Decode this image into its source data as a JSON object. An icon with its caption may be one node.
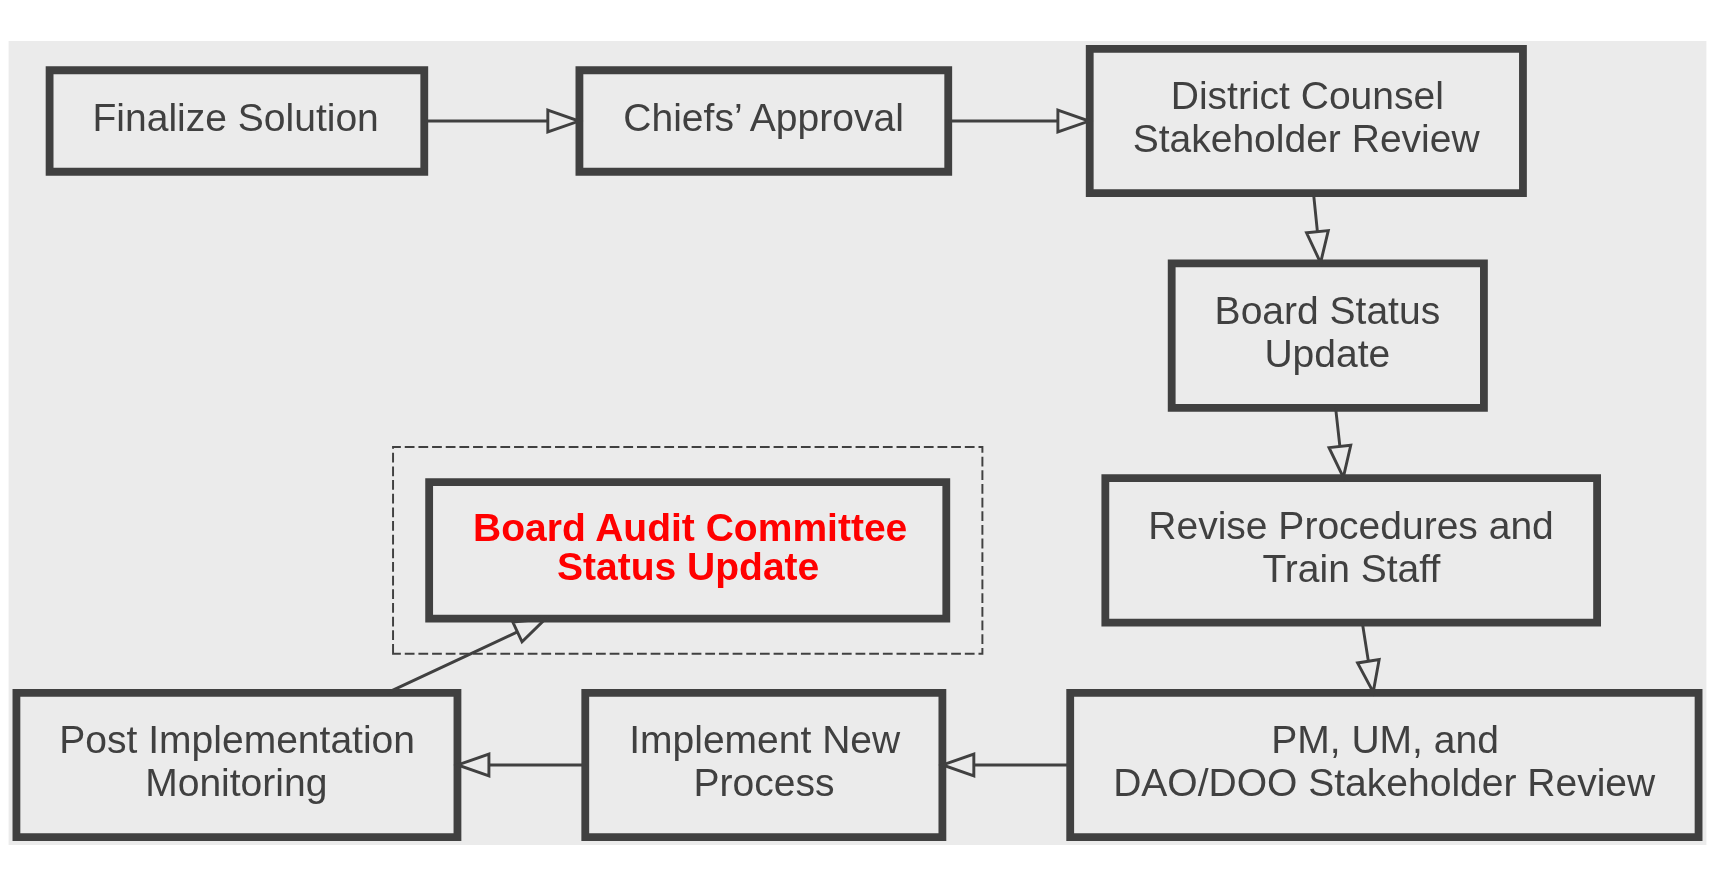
{
  "diagram": {
    "nodes": [
      {
        "text": [
          "Finalize Solution"
        ]
      },
      {
        "text": [
          "Chiefs’ Approval"
        ]
      },
      {
        "text": [
          "District Counsel Stakeholder Review"
        ]
      },
      {
        "text": [
          "Board Status Update"
        ]
      },
      {
        "text": [
          "Revise Procedures and Train Staff"
        ]
      },
      {
        "text": [
          "PM, UM, and DAO/DOO Stakeholder Review"
        ]
      },
      {
        "text": [
          "Implement New Process"
        ]
      },
      {
        "text": [
          "Post Implementation Monitoring"
        ]
      },
      {
        "text": [],
        "shape": "box"
      },
      {
        "text": [
          "Board Audit Committee Status Update"
        ],
        "in": 8
      }
    ],
    "edges": [
      {
        "from": 0,
        "to": 1,
        "arrow": "to"
      },
      {
        "from": 1,
        "to": 2,
        "arrow": "to"
      },
      {
        "from": 2,
        "to": 3,
        "arrow": "to"
      },
      {
        "from": 3,
        "to": 4,
        "arrow": "to"
      },
      {
        "from": 4,
        "to": 5,
        "arrow": "to"
      },
      {
        "from": 5,
        "to": 6,
        "arrow": "to"
      },
      {
        "from": 6,
        "to": 7,
        "arrow": "to"
      },
      {
        "from": 7,
        "to": 8,
        "arrow": "to"
      }
    ]
  }
}
